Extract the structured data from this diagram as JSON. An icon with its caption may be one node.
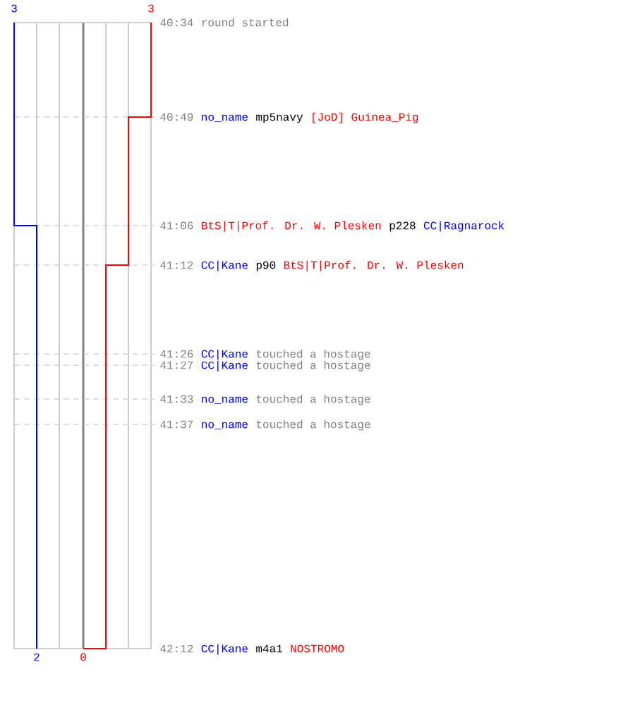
{
  "diagram": {
    "labels": [
      "3",
      "3",
      "40:34",
      "round started",
      "40:49",
      "no_name",
      "mp5navy",
      "[JoD] Guinea_Pig",
      "41:06",
      "BtS|T|Prof. Dr. W. Plesken",
      "p228",
      "CC|Ragnarock",
      "41:12",
      "CC|Kane",
      "p90",
      "BtS|T|Prof. Dr. W. Plesken",
      "41:26",
      "CC|Kane",
      "touched a hostage",
      "41:27",
      "CC|Kane",
      "touched a hostage",
      "41:33",
      "no_name",
      "touched a hostage",
      "41:37",
      "no_name",
      "touched a hostage",
      "42:12",
      "CC|Kane",
      "m4a1",
      "NOSTROMO",
      "2",
      "0"
    ]
  }
}
